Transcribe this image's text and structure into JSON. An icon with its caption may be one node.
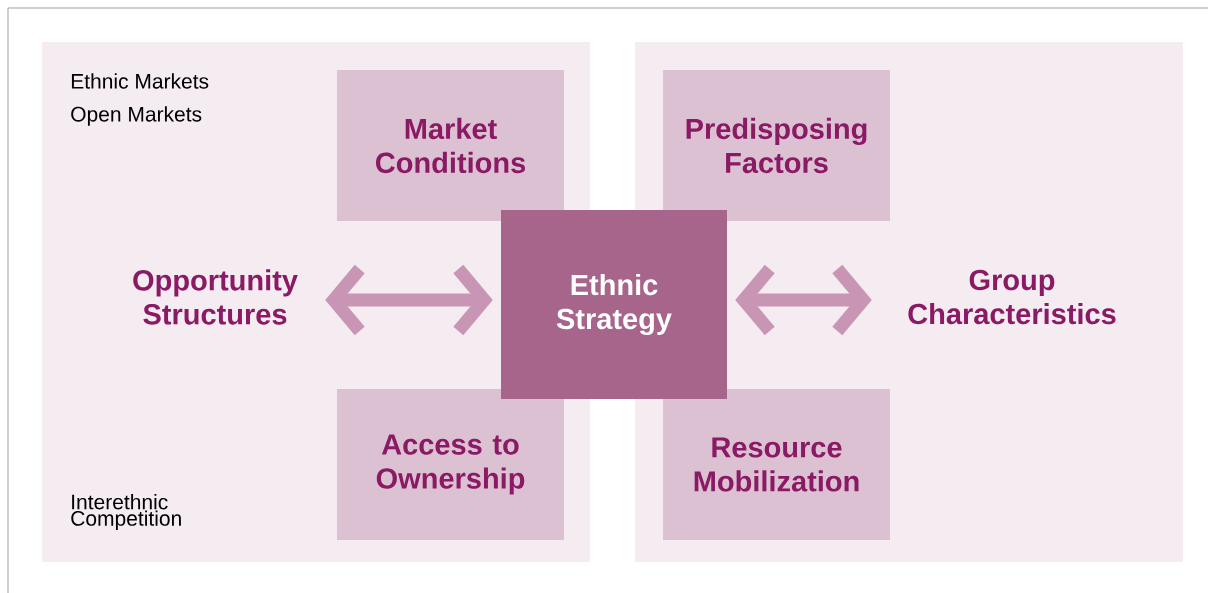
{
  "diagram": {
    "nodes": [
      {
        "text": [
          "Ethnic Markets",
          "Open Markets",
          "Interethnic Competition"
        ]
      },
      {
        "text": [
          "Opportunity Structures"
        ],
        "in": 0
      },
      {
        "text": [
          "Market Conditions"
        ],
        "in": 0
      },
      {
        "text": [
          "Access to Ownership"
        ],
        "in": 0
      },
      {
        "text": [],
        "shape": "box"
      },
      {
        "text": [
          "Group Characteristics"
        ],
        "in": 4
      },
      {
        "text": [
          "Predisposing Factors"
        ],
        "in": 4
      },
      {
        "text": [
          "Resource Mobilization"
        ],
        "in": 4
      },
      {
        "text": [
          "Ethnic Strategy"
        ]
      }
    ],
    "edges": [
      {
        "from": 1,
        "to": 8,
        "arrow": "both"
      },
      {
        "from": 8,
        "to": 5,
        "arrow": "both"
      }
    ]
  }
}
